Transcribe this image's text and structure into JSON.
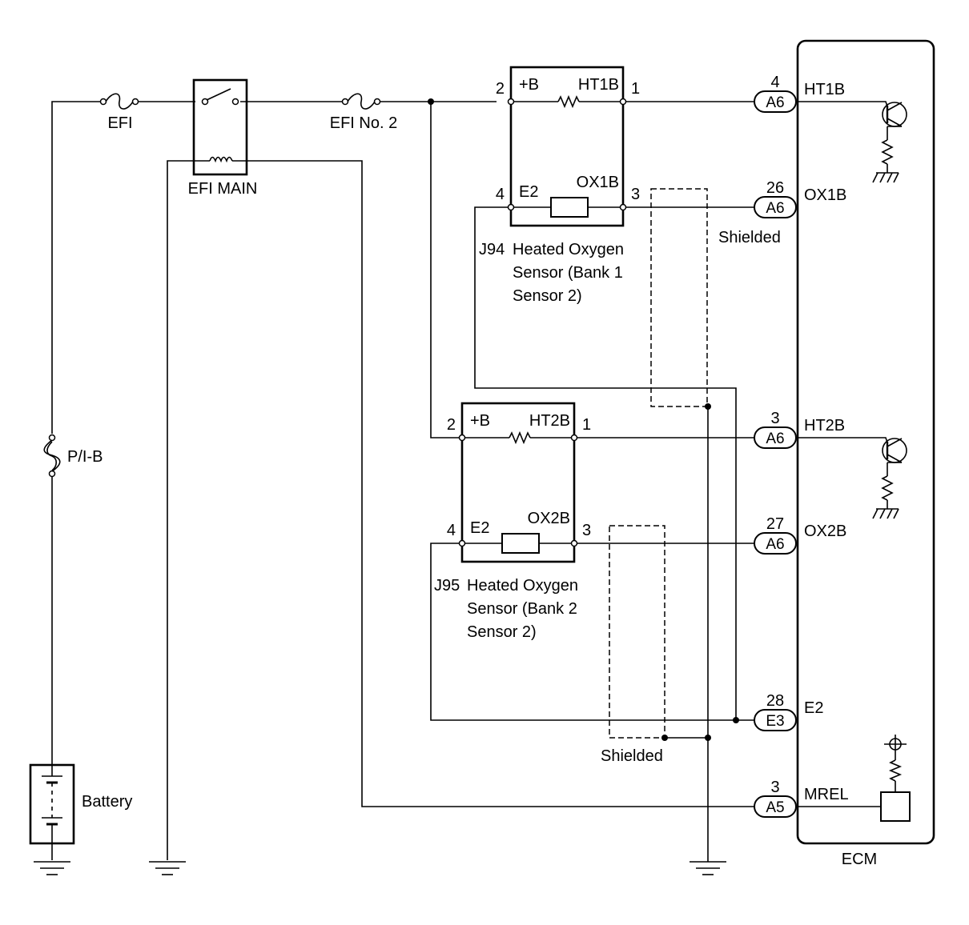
{
  "components": {
    "fuse_efi": "EFI",
    "relay_efi_main": "EFI MAIN",
    "fuse_efi_no2": "EFI No. 2",
    "fusible_link": "P/I-B",
    "battery": "Battery",
    "ecm": "ECM"
  },
  "sensor1": {
    "id": "J94",
    "name_lines": [
      "Heated Oxygen",
      "Sensor (Bank 1",
      "Sensor 2)"
    ],
    "terminal_b": "+B",
    "heater": "HT1B",
    "ground": "E2",
    "signal": "OX1B",
    "pins": {
      "b": "2",
      "ht": "1",
      "e2": "4",
      "ox": "3"
    }
  },
  "sensor2": {
    "id": "J95",
    "name_lines": [
      "Heated Oxygen",
      "Sensor (Bank 2",
      "Sensor 2)"
    ],
    "terminal_b": "+B",
    "heater": "HT2B",
    "ground": "E2",
    "signal": "OX2B",
    "pins": {
      "b": "2",
      "ht": "1",
      "e2": "4",
      "ox": "3"
    }
  },
  "ecm_pins": [
    {
      "num": "4",
      "conn": "A6",
      "name": "HT1B"
    },
    {
      "num": "26",
      "conn": "A6",
      "name": "OX1B"
    },
    {
      "num": "3",
      "conn": "A6",
      "name": "HT2B"
    },
    {
      "num": "27",
      "conn": "A6",
      "name": "OX2B"
    },
    {
      "num": "28",
      "conn": "E3",
      "name": "E2"
    },
    {
      "num": "3",
      "conn": "A5",
      "name": "MREL"
    }
  ],
  "shield_labels": [
    "Shielded",
    "Shielded"
  ]
}
